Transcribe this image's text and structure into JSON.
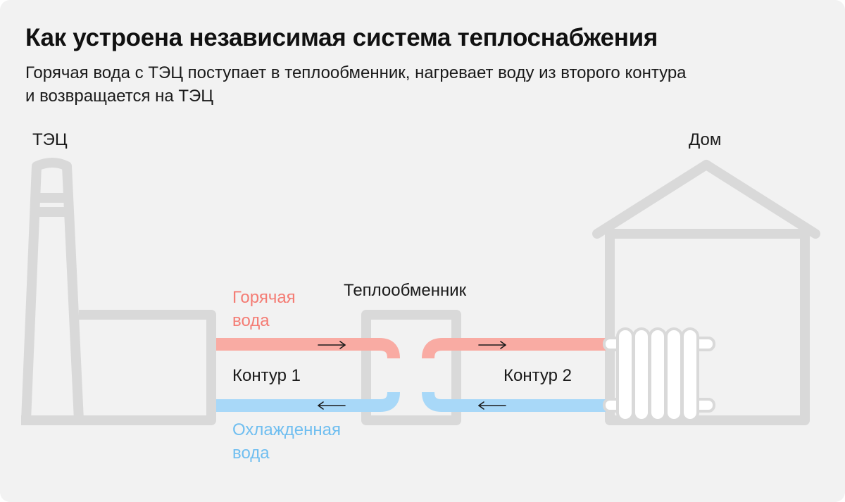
{
  "header": {
    "title": "Как устроена независимая система теплоснабжения",
    "subtitle_line1": "Горячая вода с ТЭЦ поступает в теплообменник, нагревает воду из второго контура",
    "subtitle_line2": "и возвращается на ТЭЦ"
  },
  "diagram": {
    "plant_label": "ТЭЦ",
    "house_label": "Дом",
    "exchanger_label": "Теплообменник",
    "hot_water_line1": "Горячая",
    "hot_water_line2": "вода",
    "cold_water_line1": "Охлажденная",
    "cold_water_line2": "вода",
    "circuit1_label": "Контур 1",
    "circuit2_label": "Контур 2"
  },
  "colors": {
    "background": "#f2f2f2",
    "outline": "#d9d9d9",
    "hot": "#f9aba3",
    "cold": "#a8d8f8",
    "hot_text": "#f47c74",
    "cold_text": "#6fbef0"
  }
}
